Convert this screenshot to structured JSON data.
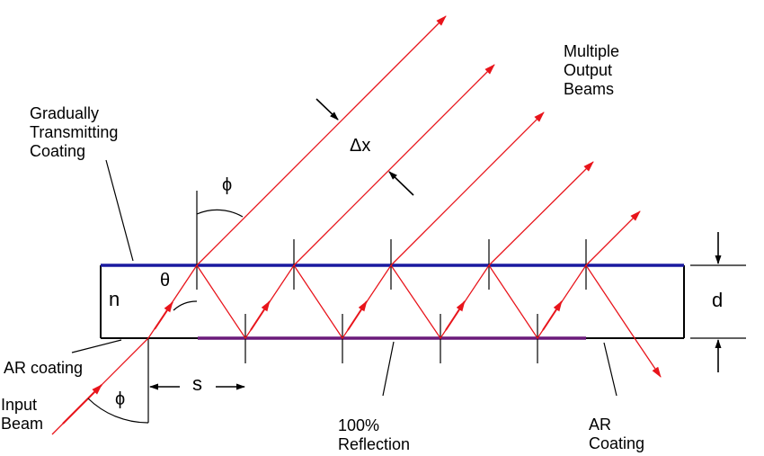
{
  "labels": {
    "multiple_output_beams": "Multiple\nOutput\nBeams",
    "gradually_transmitting_coating": "Gradually\nTransmitting\nCoating",
    "delta_x": "Δx",
    "phi_top": "ϕ",
    "theta": "θ",
    "n": "n",
    "d": "d",
    "ar_coating_left": "AR coating",
    "s": "s",
    "input_beam": "Input\nBeam",
    "phi_bottom": "ϕ",
    "reflection_100": "100%\nReflection",
    "ar_coating_right": "AR\nCoating"
  },
  "colors": {
    "beam": "#e8141b",
    "arrowhead": "#e8141b",
    "transmitting_coating": "#1a1aa0",
    "reflective_coating": "#6a1a7a",
    "outline": "#000000",
    "leader": "#000000"
  }
}
